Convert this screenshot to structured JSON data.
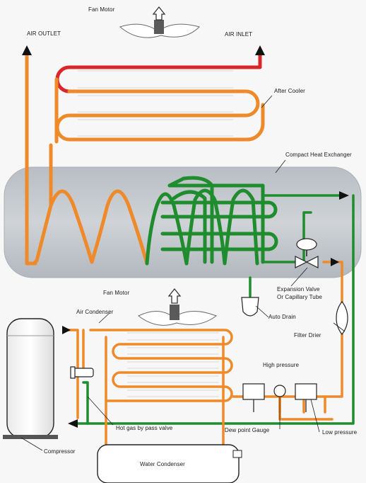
{
  "labels": {
    "fan_motor_top": "Fan Motor",
    "air_outlet": "AIR OUTLET",
    "air_inlet": "AIR INLET",
    "after_cooler": "After Cooler",
    "compact_heat_exchanger": "Compact Heat Exchanger",
    "expansion_valve_line1": "Expansion Valve",
    "expansion_valve_line2": "Or Capillary Tube",
    "auto_drain": "Auto Drain",
    "filter_drier": "Filter Drier",
    "fan_motor_bottom": "Fan Motor",
    "air_condenser": "Air Condenser",
    "high_pressure": "High pressure",
    "hot_gas_bypass_valve": "Hot gas by pass valve",
    "dew_point_gauge": "Dew point Gauge",
    "low_pressure": "Low pressure",
    "compressor": "Compressor",
    "water_condenser": "Water Condenser"
  },
  "colors": {
    "hot_air_line": "#d8262a",
    "cooled_air_line": "#ee8a2a",
    "refrigerant_line": "#1f8c2e",
    "heat_exchanger_shell": "#c3c7cc",
    "outline": "#222222"
  }
}
